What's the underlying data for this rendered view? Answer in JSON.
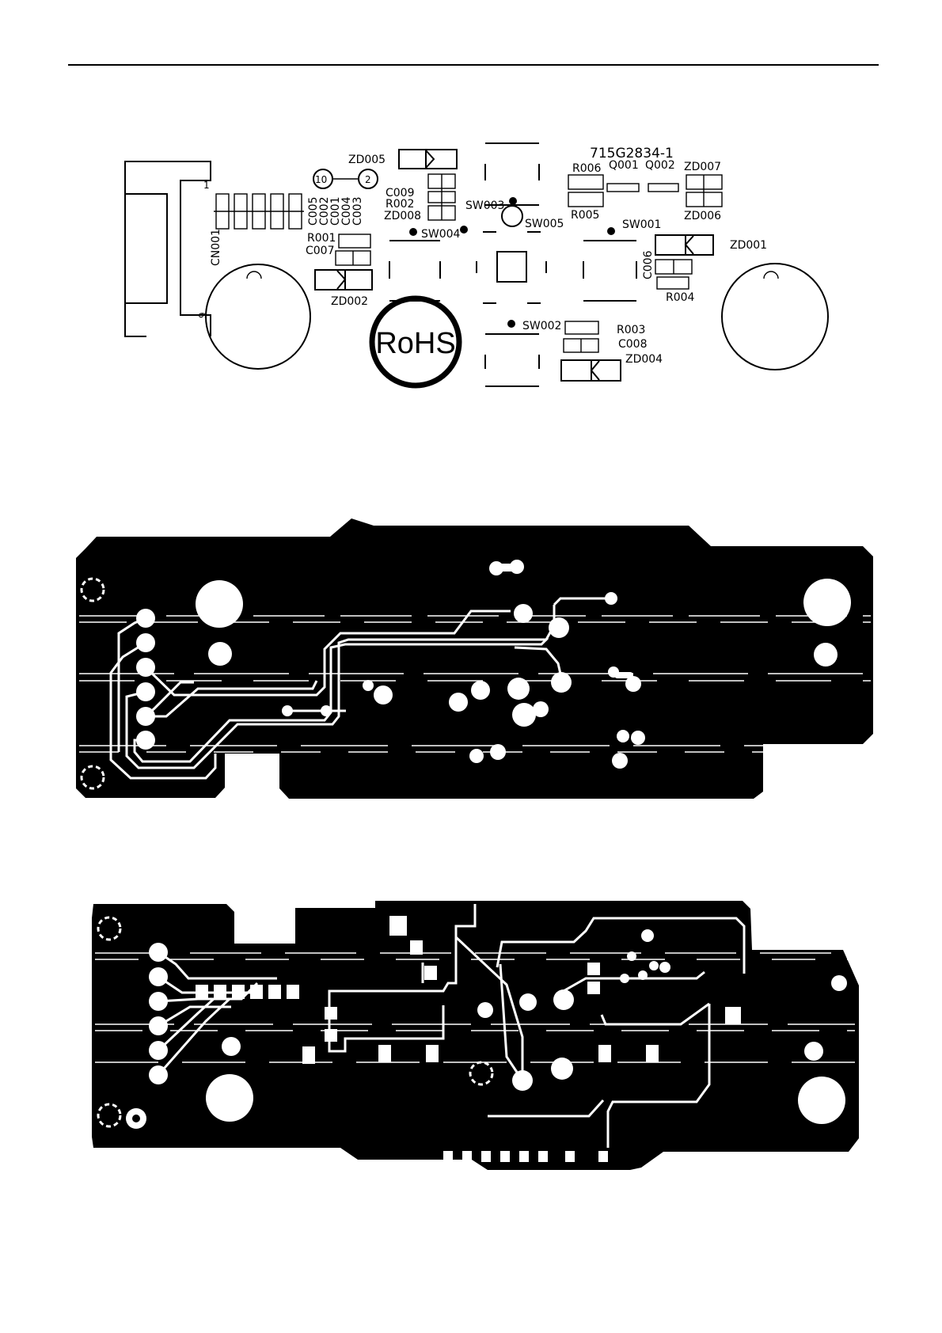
{
  "silkscreen": {
    "board_id": "715G2834-1",
    "rohs": "RoHS",
    "pin_marks": {
      "pin_one": "1",
      "pin_last": "9"
    },
    "test_points": [
      "10",
      "2"
    ],
    "labels": {
      "zd005": "ZD005",
      "c009": "C009",
      "r002": "R002",
      "zd008": "ZD008",
      "sw003": "SW003",
      "sw005": "SW005",
      "sw004": "SW004",
      "sw001": "SW001",
      "sw002": "SW002",
      "r006": "R006",
      "q001": "Q001",
      "q002": "Q002",
      "zd007": "ZD007",
      "r005": "R005",
      "zd006": "ZD006",
      "zd001": "ZD001",
      "c006": "C006",
      "r004": "R004",
      "r001": "R001",
      "c007": "C007",
      "zd002": "ZD002",
      "r003": "R003",
      "c008": "C008",
      "zd004": "ZD004",
      "cn001": "CN001",
      "c005": "C005",
      "c002": "C002",
      "c001": "C001",
      "c004": "C004",
      "c003": "C003"
    }
  },
  "colors": {
    "copper": "#000000",
    "board": "#ffffff"
  }
}
